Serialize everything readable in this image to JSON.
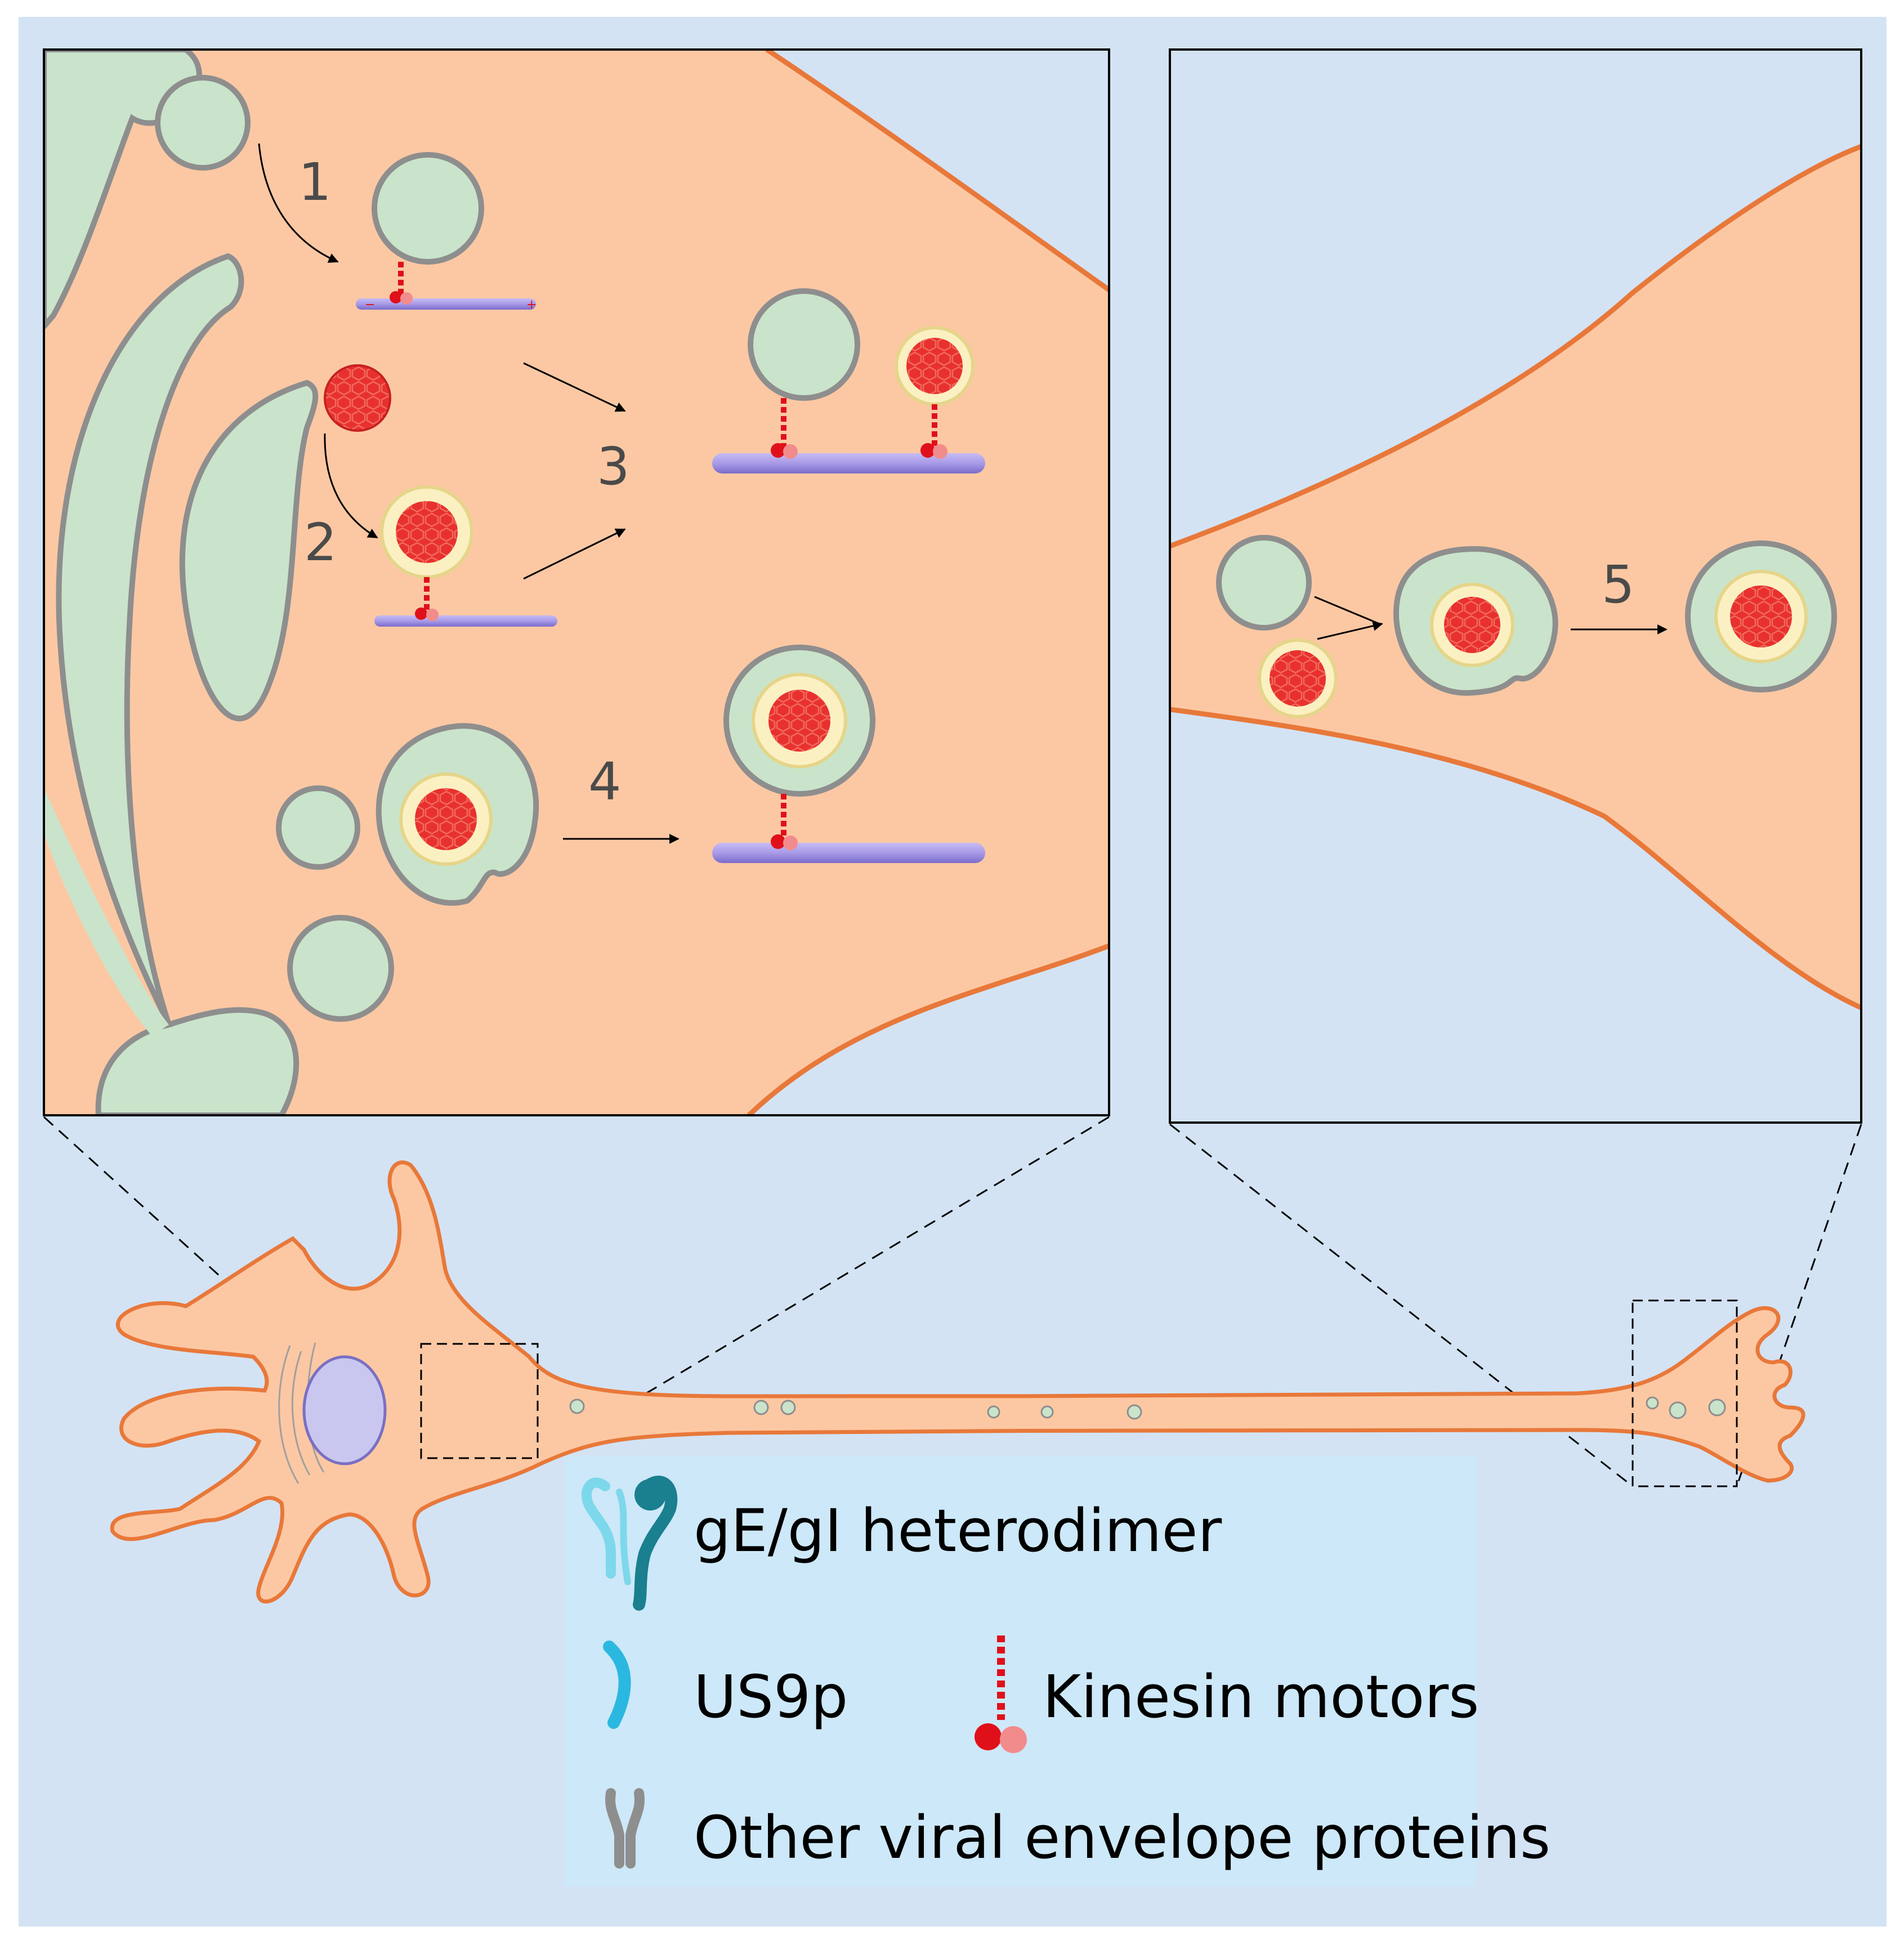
{
  "figure": {
    "steps": [
      "1",
      "2",
      "3",
      "4",
      "5"
    ],
    "legend": {
      "gE_gI": "gE/gI heterodimer",
      "us9p": "US9p",
      "kinesin": "Kinesin motors",
      "other_envelope": "Other viral envelope proteins"
    },
    "icons": {
      "gE_gI": "heterodimer-icon",
      "us9p": "us9p-icon",
      "kinesin": "kinesin-icon",
      "other_envelope": "envelope-protein-icon"
    },
    "colors": {
      "background": "#d3e3f4",
      "cytoplasm": "#fcc8a3",
      "membrane": "#e8783a",
      "golgi": "#c9e4cb",
      "golgi_outline": "#8e8e8e",
      "capsid": "#e83030",
      "tegument": "#fbf0c2",
      "microtubule": "#a89ae6",
      "gE": "#1a7f8e",
      "gI": "#7dd8ec",
      "us9p": "#2bb8e0",
      "envelope_protein": "#8e8e8e",
      "kinesin_head_dark": "#e0101a",
      "kinesin_head_light": "#f28b8b",
      "nucleus": "#c9c7f0",
      "legend_box": "#cde8f8"
    }
  }
}
